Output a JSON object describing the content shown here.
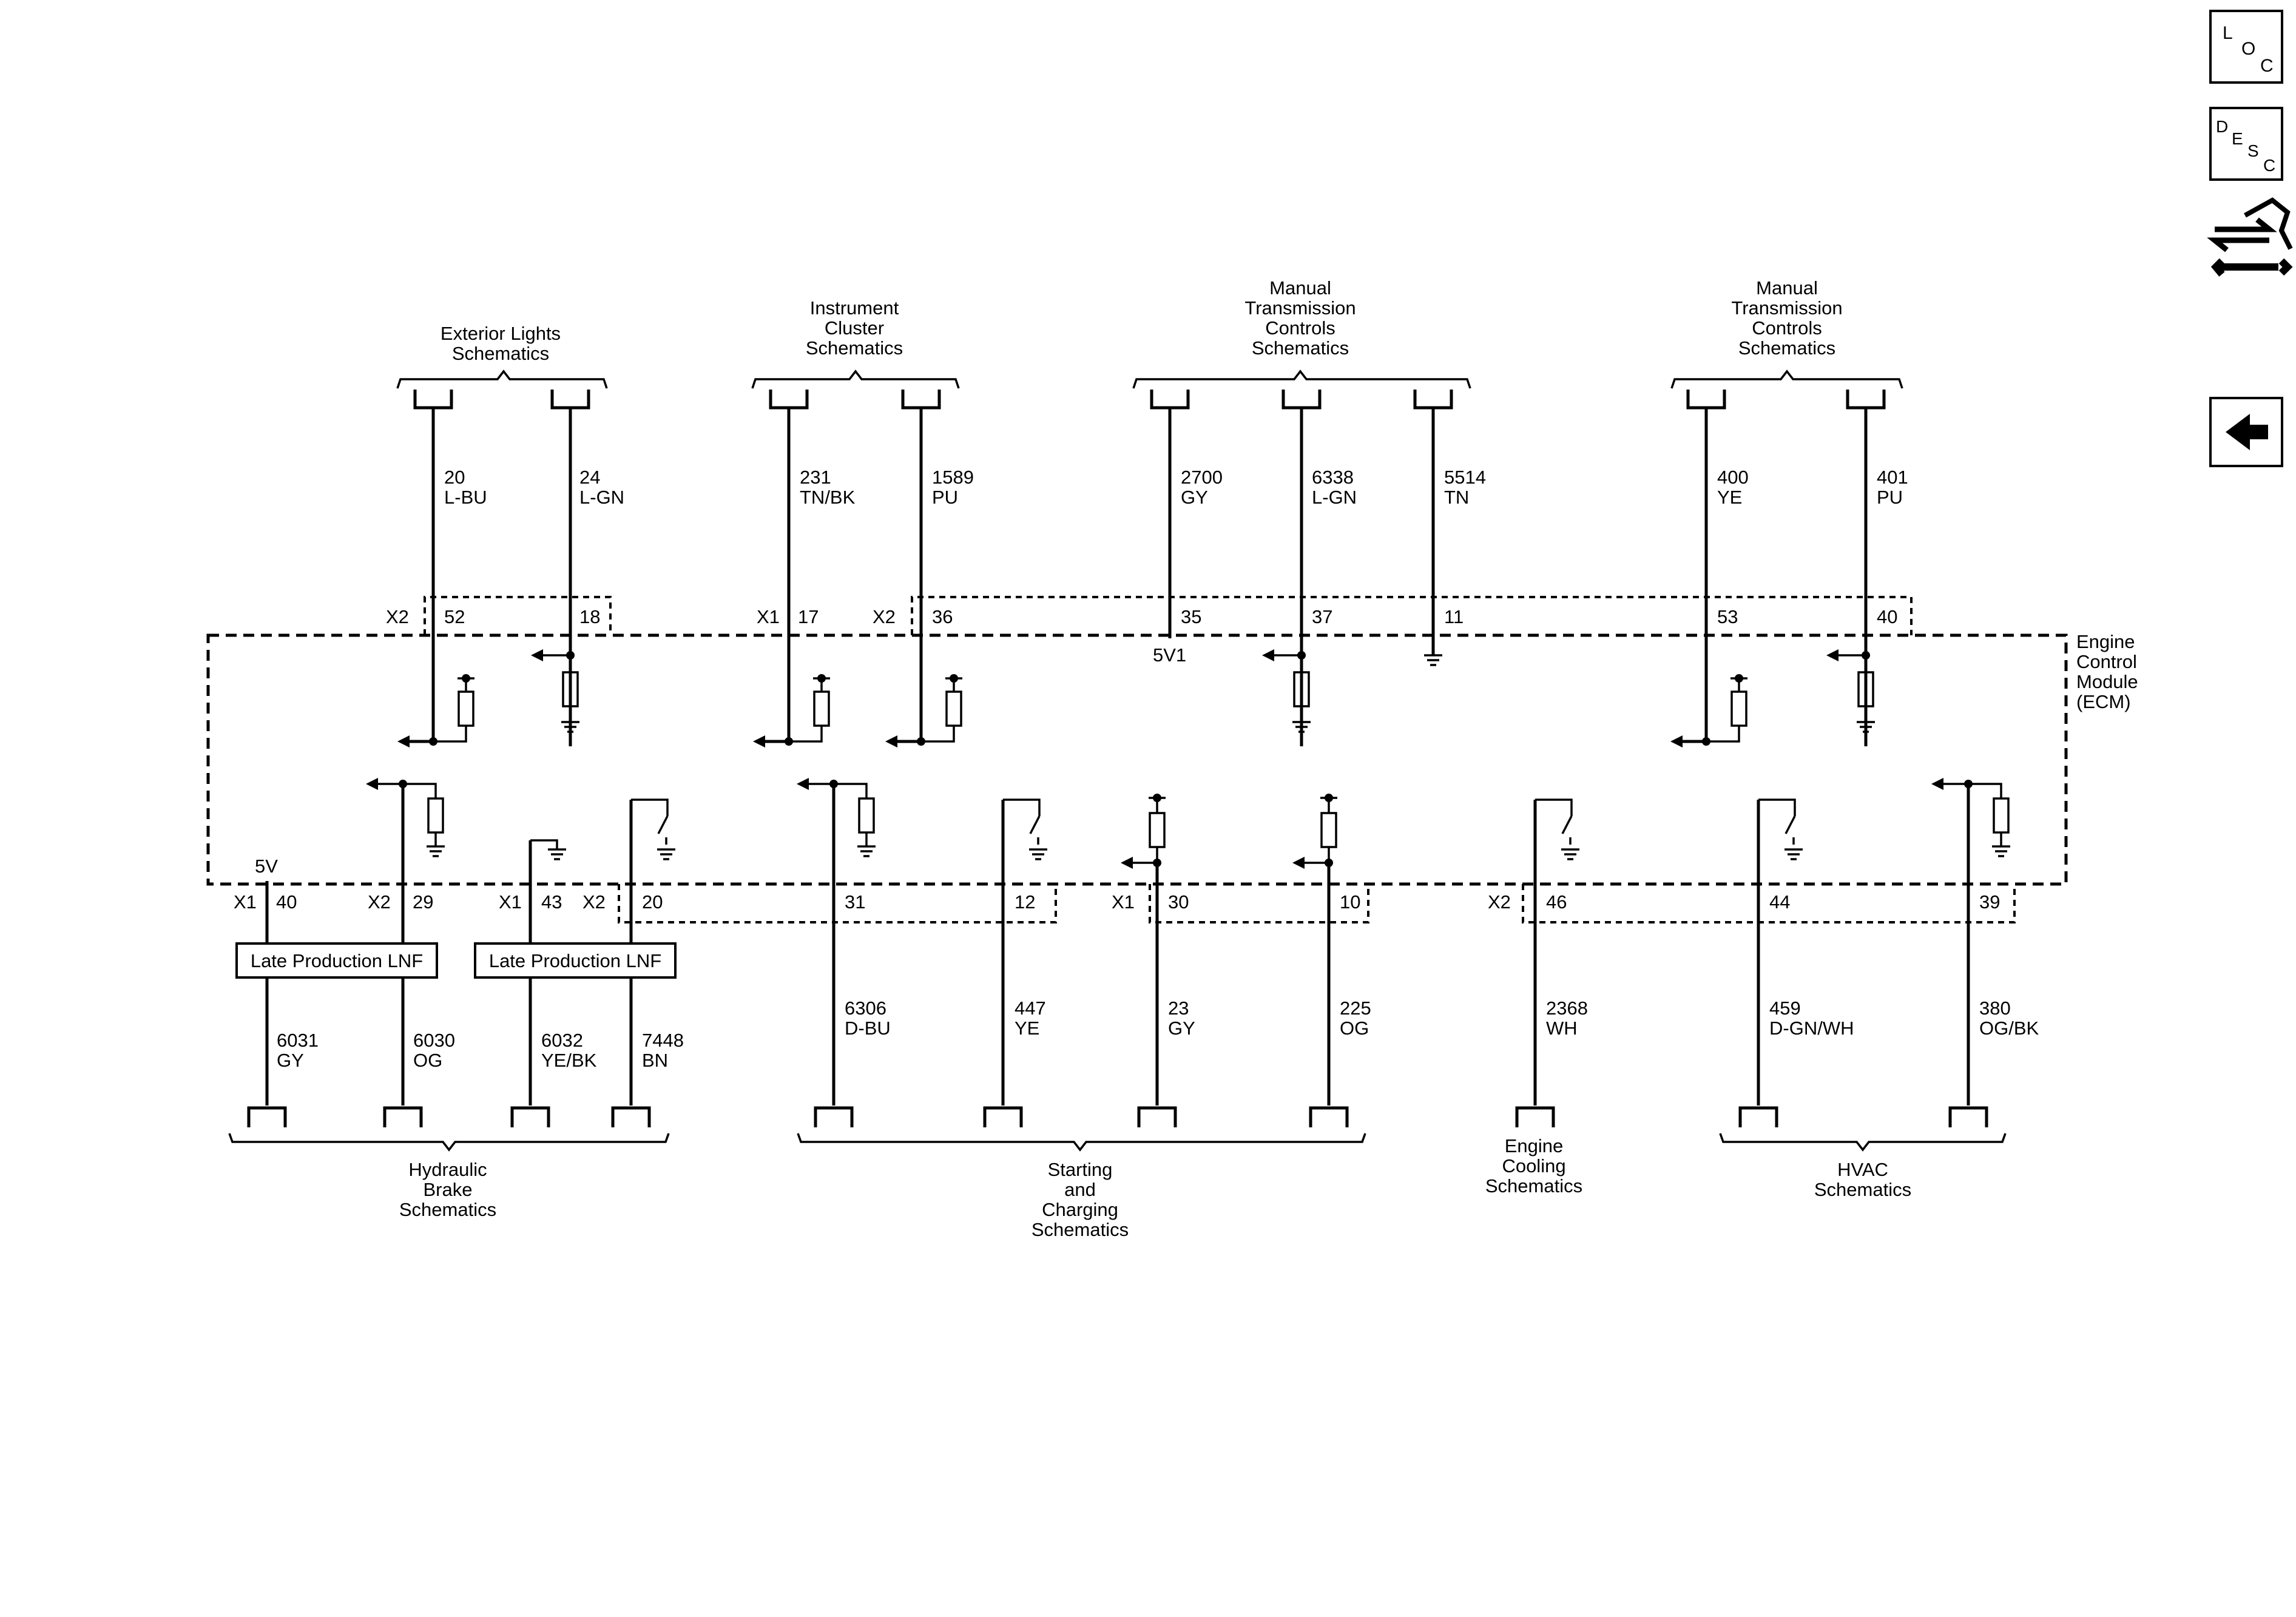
{
  "module": {
    "name_lines": [
      "Engine",
      "Control",
      "Module",
      "(ECM)"
    ],
    "supply_5v1": "5V1",
    "supply_5v": "5V"
  },
  "destinations": {
    "exterior_lights": [
      "Exterior Lights",
      "Schematics"
    ],
    "instrument_cluster": [
      "Instrument",
      "Cluster",
      "Schematics"
    ],
    "manual_trans_a": [
      "Manual",
      "Transmission",
      "Controls",
      "Schematics"
    ],
    "manual_trans_b": [
      "Manual",
      "Transmission",
      "Controls",
      "Schematics"
    ],
    "hydraulic_brake": [
      "Hydraulic",
      "Brake",
      "Schematics"
    ],
    "starting_charging": [
      "Starting",
      "and",
      "Charging",
      "Schematics"
    ],
    "engine_cooling": [
      "Engine",
      "Cooling",
      "Schematics"
    ],
    "hvac": [
      "HVAC",
      "Schematics"
    ]
  },
  "option_label": "Late Production LNF",
  "connectors": {
    "x1": "X1",
    "x2": "X2"
  },
  "top_circuits": [
    {
      "pin": "52",
      "circuit": "20",
      "color": "L-BU"
    },
    {
      "pin": "18",
      "circuit": "24",
      "color": "L-GN"
    },
    {
      "pin": "17",
      "circuit": "231",
      "color": "TN/BK"
    },
    {
      "pin": "36",
      "circuit": "1589",
      "color": "PU"
    },
    {
      "pin": "35",
      "circuit": "2700",
      "color": "GY"
    },
    {
      "pin": "37",
      "circuit": "6338",
      "color": "L-GN"
    },
    {
      "pin": "11",
      "circuit": "5514",
      "color": "TN"
    },
    {
      "pin": "53",
      "circuit": "400",
      "color": "YE"
    },
    {
      "pin": "40",
      "circuit": "401",
      "color": "PU"
    }
  ],
  "bottom_circuits": [
    {
      "pin": "40",
      "circuit": "6031",
      "color": "GY"
    },
    {
      "pin": "29",
      "circuit": "6030",
      "color": "OG"
    },
    {
      "pin": "43",
      "circuit": "6032",
      "color": "YE/BK"
    },
    {
      "pin": "20",
      "circuit": "7448",
      "color": "BN"
    },
    {
      "pin": "31",
      "circuit": "6306",
      "color": "D-BU"
    },
    {
      "pin": "12",
      "circuit": "447",
      "color": "YE"
    },
    {
      "pin": "30",
      "circuit": "23",
      "color": "GY"
    },
    {
      "pin": "10",
      "circuit": "225",
      "color": "OG"
    },
    {
      "pin": "46",
      "circuit": "2368",
      "color": "WH"
    },
    {
      "pin": "44",
      "circuit": "459",
      "color": "D-GN/WH"
    },
    {
      "pin": "39",
      "circuit": "380",
      "color": "OG/BK"
    }
  ],
  "nav": {
    "loc": [
      "L",
      "O",
      "C"
    ],
    "desc": [
      "D",
      "E",
      "S",
      "C"
    ]
  }
}
